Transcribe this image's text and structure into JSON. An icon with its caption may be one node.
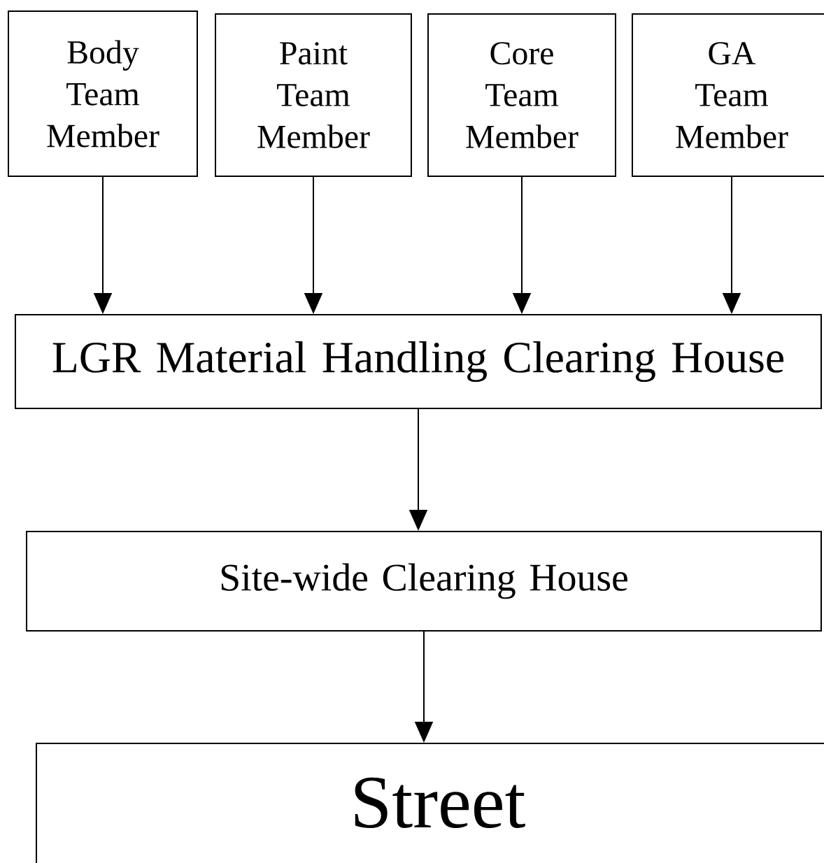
{
  "diagram": {
    "nodes": [
      {
        "text": [
          "Body Team Member"
        ]
      },
      {
        "text": [
          "Paint Team Member"
        ]
      },
      {
        "text": [
          "Core Team Member"
        ]
      },
      {
        "text": [
          "GA Team Member"
        ]
      },
      {
        "text": [
          "LGR Material Handling Clearing House"
        ]
      },
      {
        "text": [
          "Site-wide Clearing House"
        ]
      },
      {
        "text": [
          "Street"
        ]
      }
    ],
    "edges": [
      {
        "from": 0,
        "to": 4,
        "arrow": "to"
      },
      {
        "from": 1,
        "to": 4,
        "arrow": "to"
      },
      {
        "from": 2,
        "to": 4,
        "arrow": "to"
      },
      {
        "from": 3,
        "to": 4,
        "arrow": "to"
      },
      {
        "from": 4,
        "to": 5,
        "arrow": "to"
      },
      {
        "from": 5,
        "to": 6,
        "arrow": "to"
      }
    ]
  }
}
